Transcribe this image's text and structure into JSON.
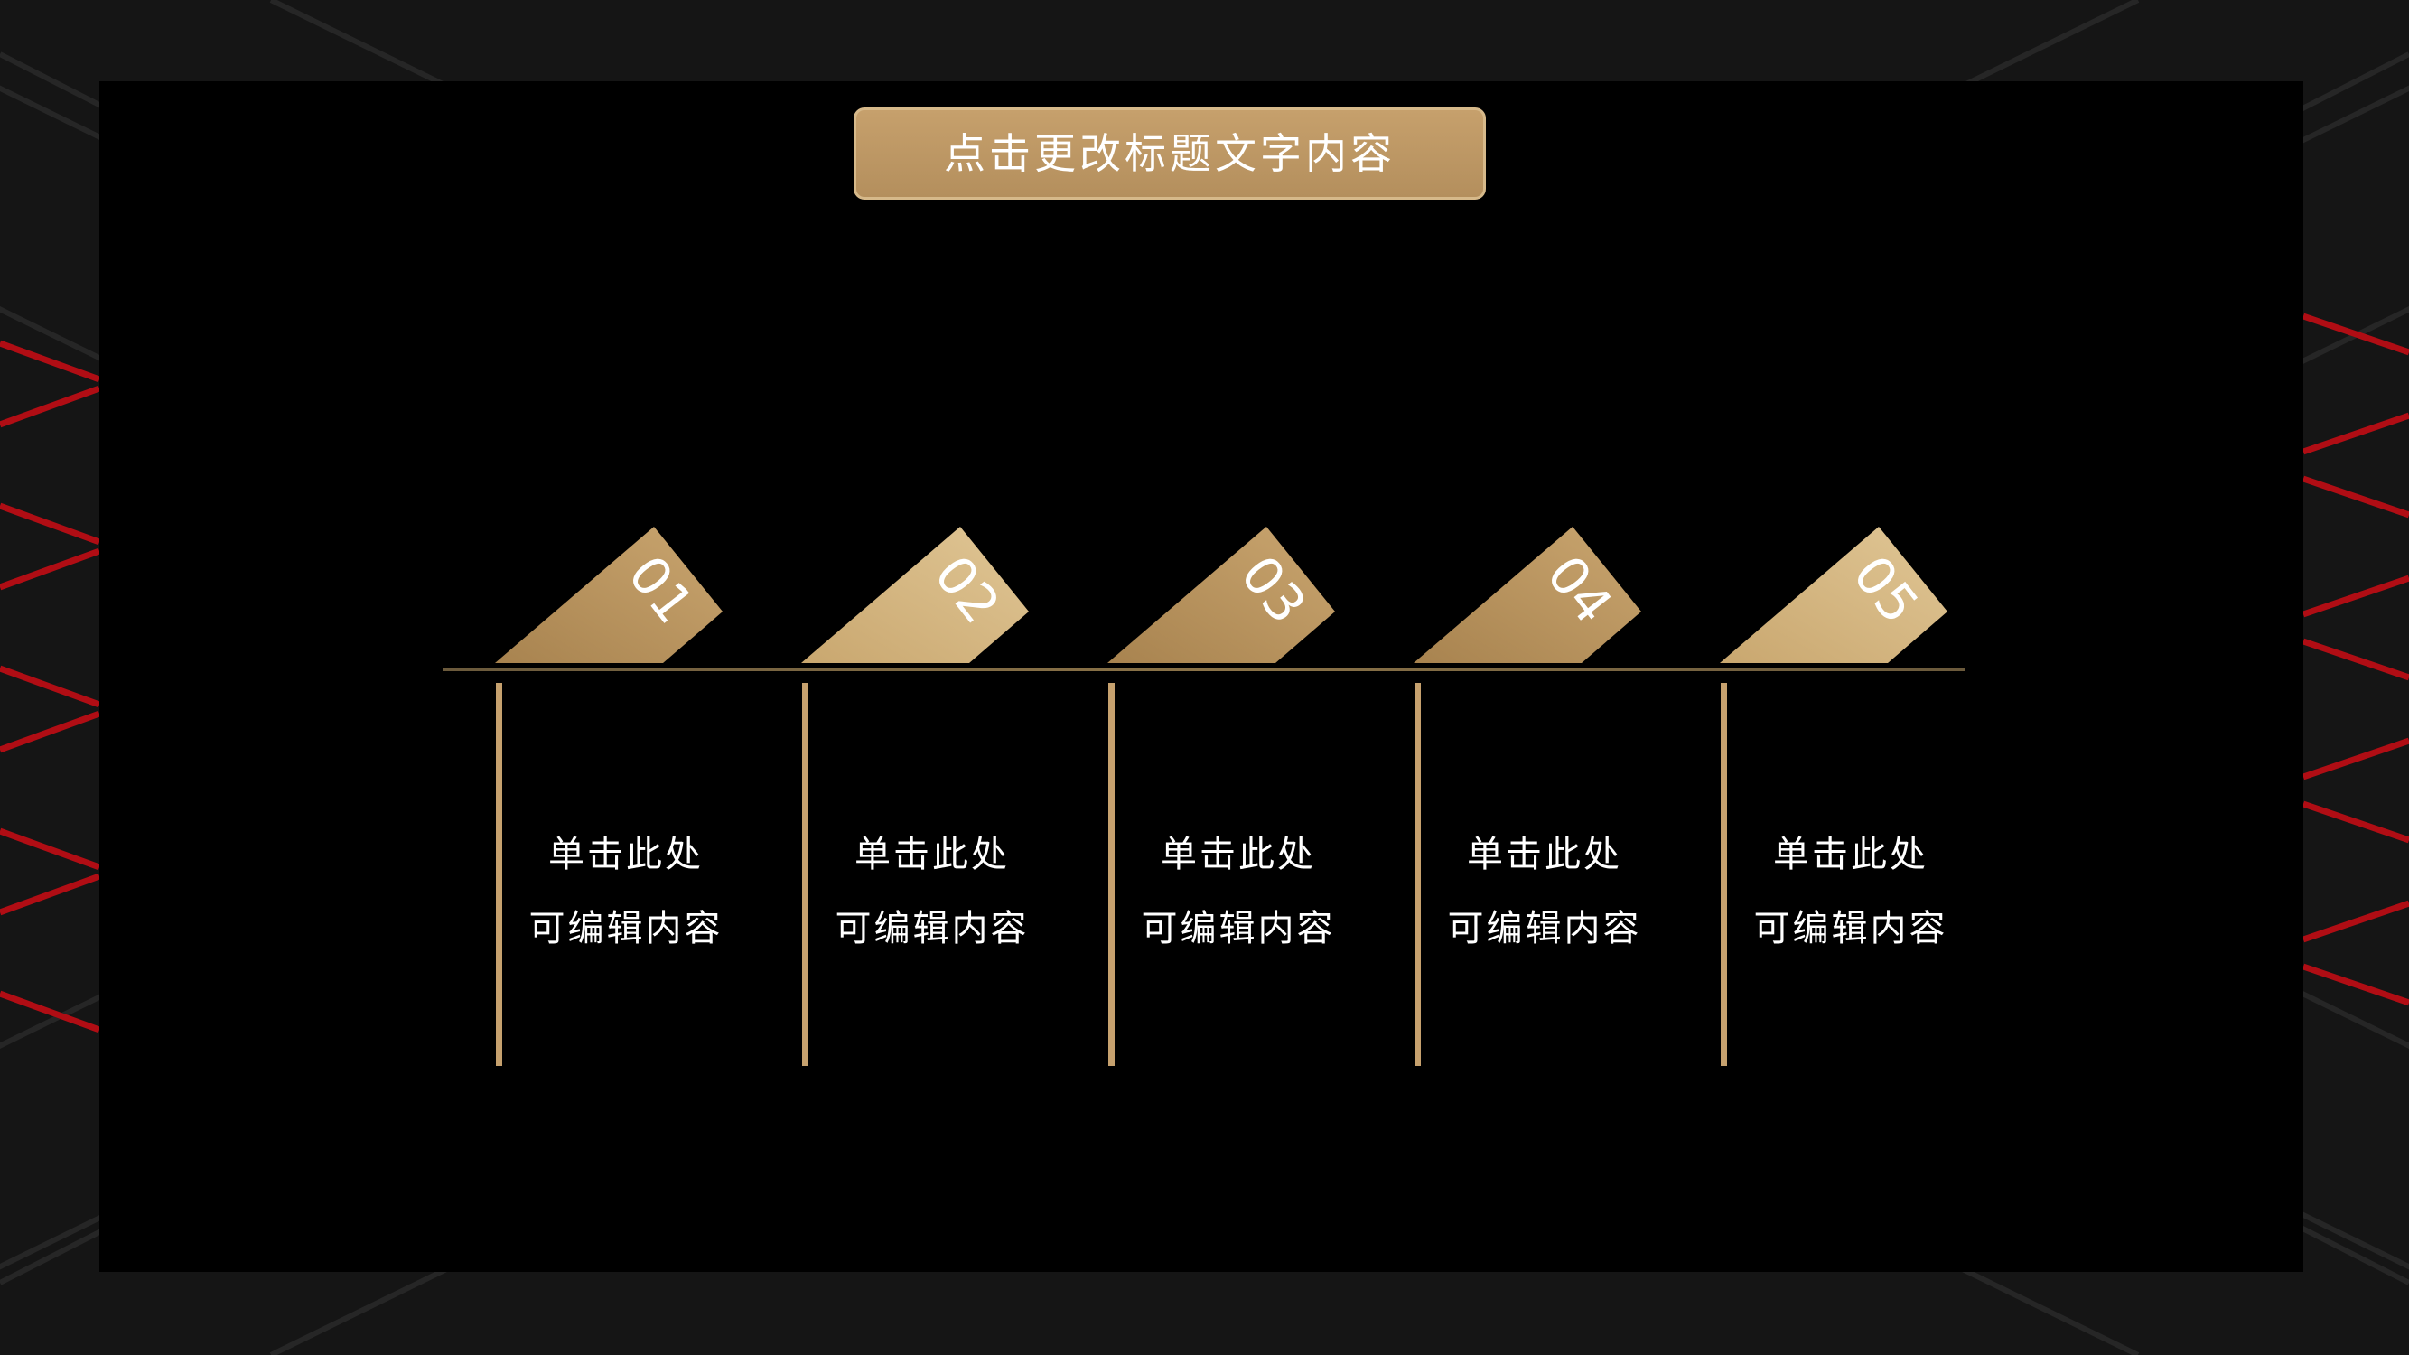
{
  "title": "点击更改标题文字内容",
  "colors": {
    "gold_dark": "#b48f5d",
    "gold_light": "#dcc08e",
    "accent_red": "#b00d14",
    "panel": "#000000"
  },
  "items": [
    {
      "number": "01",
      "line1": "单击此处",
      "line2": "可编辑内容"
    },
    {
      "number": "02",
      "line1": "单击此处",
      "line2": "可编辑内容"
    },
    {
      "number": "03",
      "line1": "单击此处",
      "line2": "可编辑内容"
    },
    {
      "number": "04",
      "line1": "单击此处",
      "line2": "可编辑内容"
    },
    {
      "number": "05",
      "line1": "单击此处",
      "line2": "可编辑内容"
    }
  ]
}
